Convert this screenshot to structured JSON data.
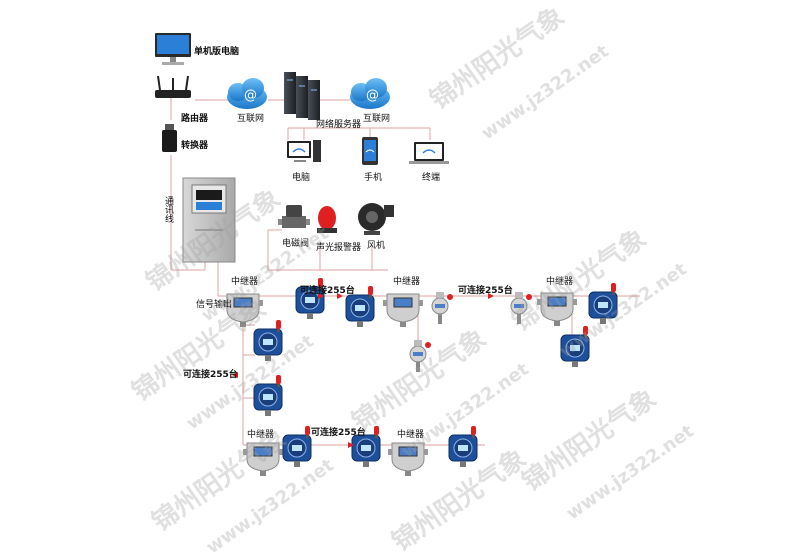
{
  "top": {
    "pc_label": "单机版电脑",
    "router_label": "路由器",
    "converter_label": "转换器",
    "internet_left_label": "互联网",
    "server_label": "网络服务器",
    "internet_right_label": "互联网",
    "computer_label": "电脑",
    "phone_label": "手机",
    "terminal_label": "终端"
  },
  "controller": {
    "cable_label": "通讯线",
    "signal_label": "信号输出",
    "actuators": {
      "valve_label": "电磁阀",
      "alarm_label": "声光报警器",
      "fan_label": "风机"
    }
  },
  "bus": {
    "repeater_label": "中继器",
    "connect_label": "可连接255台"
  },
  "watermark": {
    "brand": "锦州阳光气象",
    "url": "www.jz322.net"
  },
  "colors": {
    "line": "#e3b3b3",
    "accent_blue": "#1f5fb8",
    "cloud": "#2f8fd8",
    "device_grey": "#c8c8c8",
    "alarm_red": "#e02020"
  }
}
